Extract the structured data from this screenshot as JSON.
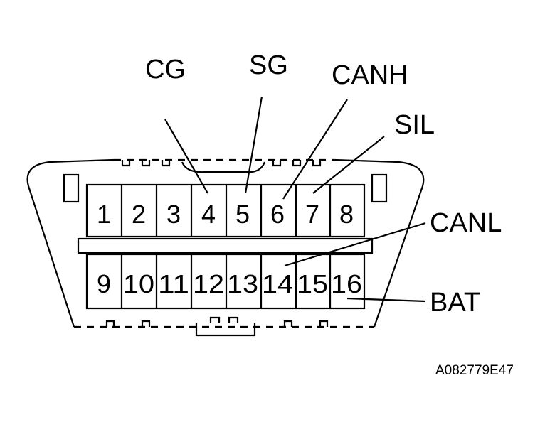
{
  "diagram": {
    "top_pins": [
      "1",
      "2",
      "3",
      "4",
      "5",
      "6",
      "7",
      "8"
    ],
    "bottom_pins": [
      "9",
      "10",
      "11",
      "12",
      "13",
      "14",
      "15",
      "16"
    ],
    "labels": {
      "cg": "CG",
      "sg": "SG",
      "canh": "CANH",
      "sil": "SIL",
      "canl": "CANL",
      "bat": "BAT"
    },
    "figure_code": "A082779E47"
  }
}
